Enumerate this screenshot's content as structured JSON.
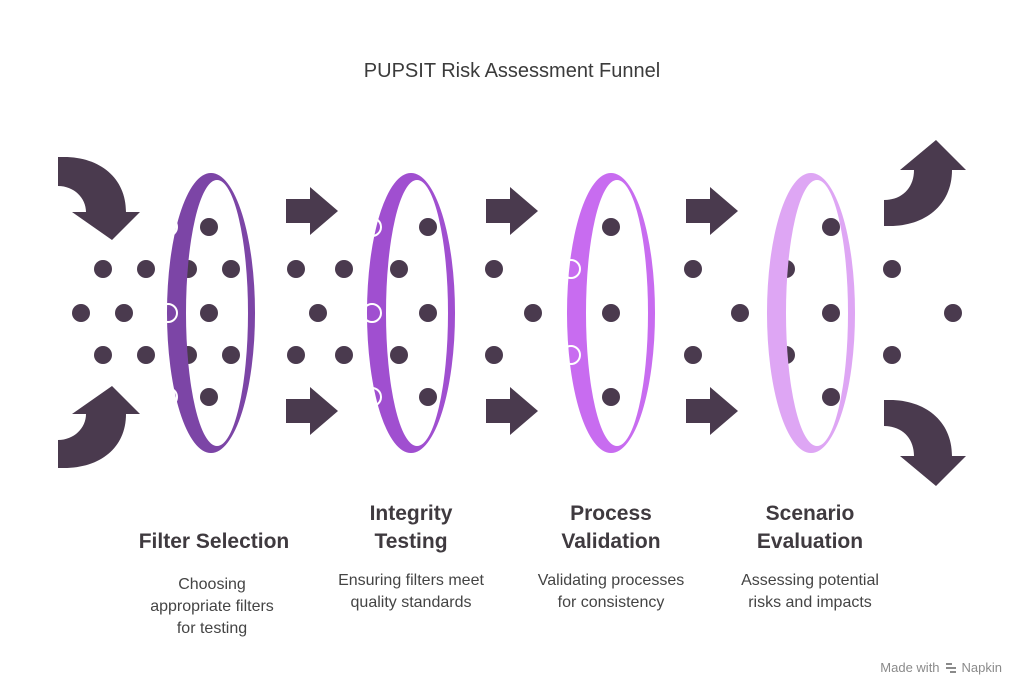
{
  "title": "PUPSIT Risk Assessment Funnel",
  "colors": {
    "dark": "#4a3a4e",
    "ring1": "#7c45a6",
    "ring2": "#a04fd0",
    "ring3": "#c86cf0",
    "ring4": "#dea6f4"
  },
  "stages": [
    {
      "title_line1": "Filter Selection",
      "title_line2": "",
      "desc_line1": "Choosing",
      "desc_line2": "appropriate filters",
      "desc_line3": "for testing"
    },
    {
      "title_line1": "Integrity",
      "title_line2": "Testing",
      "desc_line1": "Ensuring filters meet",
      "desc_line2": "quality standards",
      "desc_line3": ""
    },
    {
      "title_line1": "Process",
      "title_line2": "Validation",
      "desc_line1": "Validating processes",
      "desc_line2": "for consistency",
      "desc_line3": ""
    },
    {
      "title_line1": "Scenario",
      "title_line2": "Evaluation",
      "desc_line1": "Assessing potential",
      "desc_line2": "risks and impacts",
      "desc_line3": ""
    }
  ],
  "footer": {
    "made_with": "Made with",
    "brand": "Napkin"
  }
}
